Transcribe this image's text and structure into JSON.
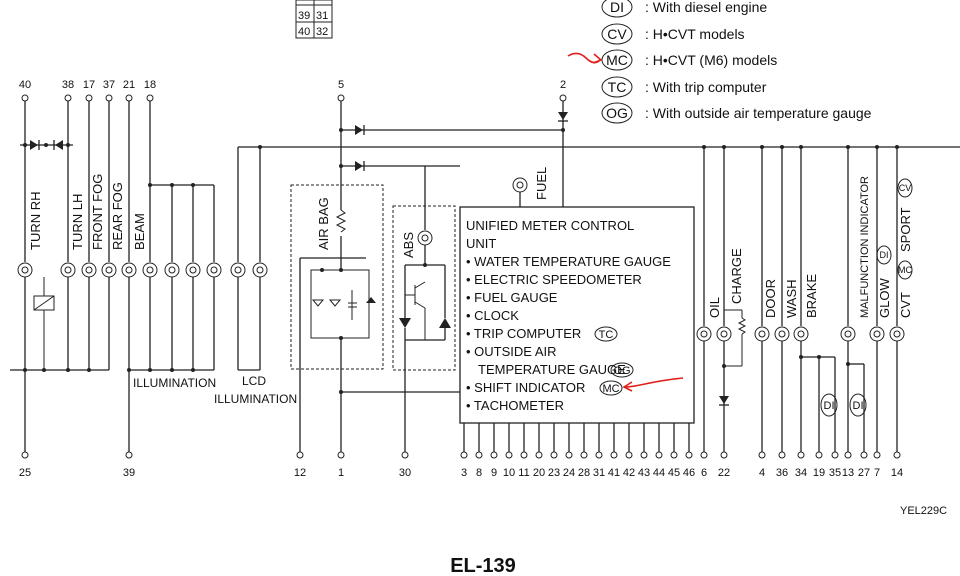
{
  "legend": {
    "items": [
      {
        "code": "DI",
        "text": ": With diesel engine"
      },
      {
        "code": "CV",
        "text": ": H•CVT models"
      },
      {
        "code": "MC",
        "text": ": H•CVT (M6) models"
      },
      {
        "code": "TC",
        "text": ": With trip computer"
      },
      {
        "code": "OG",
        "text": ": With outside air temperature gauge"
      }
    ]
  },
  "connector_grid": {
    "rows": [
      [
        "39",
        "31"
      ],
      [
        "40",
        "32"
      ]
    ]
  },
  "top_pins": [
    "40",
    "38",
    "17",
    "37",
    "21",
    "18",
    "5",
    "2"
  ],
  "bottom_pins": {
    "left": [
      "25",
      "39",
      "12",
      "1",
      "30"
    ],
    "unit": [
      "3",
      "8",
      "9",
      "10",
      "11",
      "20",
      "23",
      "24",
      "28",
      "31",
      "41",
      "42",
      "43",
      "44",
      "45",
      "46"
    ],
    "right": [
      "6",
      "22",
      "4",
      "36",
      "34",
      "19",
      "35",
      "13",
      "27",
      "7",
      "14"
    ]
  },
  "component_labels": {
    "turn_rh": "TURN RH",
    "turn_lh": "TURN LH",
    "front_fog": "FRONT FOG",
    "rear_fog": "REAR FOG",
    "beam": "BEAM",
    "air_bag": "AIR BAG",
    "abs": "ABS",
    "fuel": "FUEL",
    "oil": "OIL",
    "charge": "CHARGE",
    "door": "DOOR",
    "wash": "WASH",
    "brake": "BRAKE",
    "malfunction": "MALFUNCTION INDICATOR",
    "glow": "GLOW",
    "cvt": "CVT",
    "sport": "SPORT",
    "illumination": "ILLUMINATION",
    "lcd": "LCD",
    "lcd_illumination": "ILLUMINATION"
  },
  "unit": {
    "title_line1": "UNIFIED METER CONTROL",
    "title_line2": "UNIT",
    "items": [
      "• WATER TEMPERATURE GAUGE",
      "• ELECTRIC SPEEDOMETER",
      "• FUEL GAUGE",
      "• CLOCK",
      "• TRIP COMPUTER",
      "• OUTSIDE AIR",
      "TEMPERATURE GAUGE",
      "• SHIFT INDICATOR",
      "• TACHOMETER"
    ]
  },
  "circle_tags": {
    "tc": "TC",
    "og": "OG",
    "mc": "MC",
    "di": "DI",
    "cv": "CV"
  },
  "figure_code": "YEL229C",
  "page_number": "EL-139",
  "colors": {
    "annotation": "#e0201b",
    "ink": "#222222"
  }
}
